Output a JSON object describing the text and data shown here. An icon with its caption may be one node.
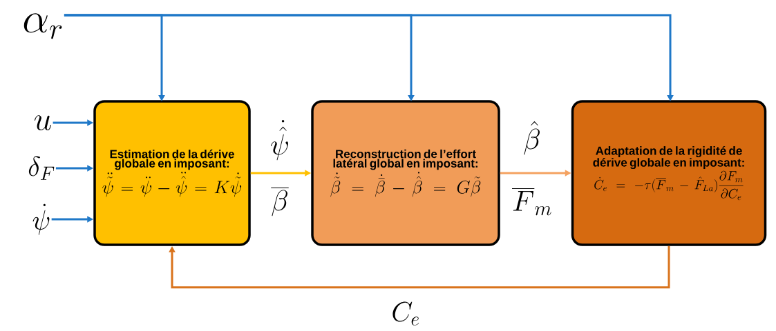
{
  "diagram": {
    "nodes": [
      {
        "text": [
          "Estimation de la dérive globale en imposant:",
          "\\ddot{\\tilde{\\psi}}=\\ddot{\\psi}-\\ddot{\\hat{\\psi}}=K\\dot{\\tilde{\\psi}}"
        ]
      },
      {
        "text": [
          "Reconstruction de l’effort latéral global en imposant:",
          "\\dot{\\tilde{\\beta}}=\\dot{\\bar{\\beta}}-\\dot{\\hat{\\beta}}=G\\tilde{\\beta}"
        ]
      },
      {
        "text": [
          "Adaptation de la rigidité de dérive globale en imposant:",
          "\\dot{C}_e=-\\tau(\\overline{F}_m-\\hat{F}_{La})\\frac{\\partial F_m}{\\partial C_e}"
        ]
      },
      {
        "text": [
          "\\alpha_r"
        ]
      },
      {
        "text": [
          "u"
        ]
      },
      {
        "text": [
          "\\delta_F"
        ]
      },
      {
        "text": [
          "\\dot{\\psi}"
        ]
      }
    ],
    "edges": [
      {
        "from": 3,
        "to": 0,
        "arrow": "to"
      },
      {
        "from": 3,
        "to": 1,
        "arrow": "to"
      },
      {
        "from": 3,
        "to": 2,
        "arrow": "to"
      },
      {
        "from": 4,
        "to": 0,
        "arrow": "to"
      },
      {
        "from": 5,
        "to": 0,
        "arrow": "to"
      },
      {
        "from": 6,
        "to": 0,
        "arrow": "to"
      },
      {
        "from": 0,
        "to": 1,
        "arrow": "to",
        "color": "#ffc000"
      },
      {
        "from": 1,
        "to": 2,
        "arrow": "to",
        "color": "#f4a261"
      },
      {
        "from": 2,
        "to": 0,
        "arrow": "to",
        "color": "#d9731c",
        "label": "C_e"
      }
    ],
    "labels": [
      "\\dot{\\hat{\\psi}}",
      "\\overline{\\beta}",
      "\\hat{\\beta}",
      "\\overline{F}_m"
    ]
  }
}
